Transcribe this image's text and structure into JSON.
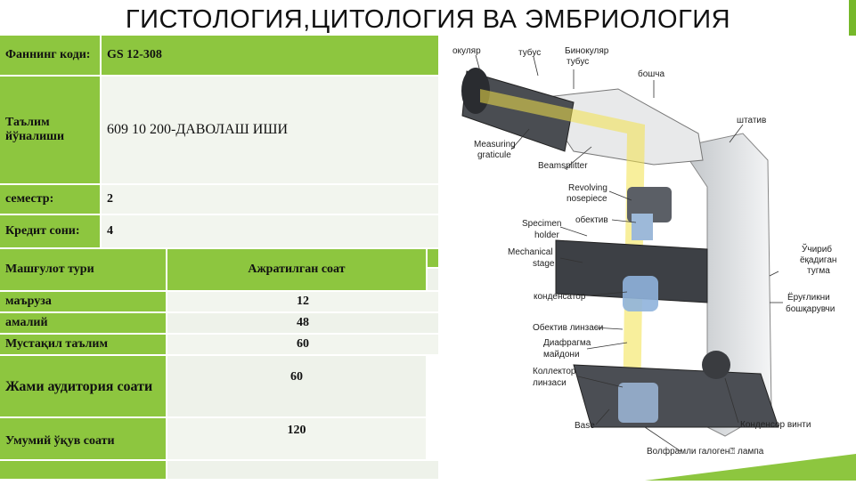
{
  "title": "ГИСТОЛОГИЯ,ЦИТОЛОГИЯ ВА ЭМБРИОЛОГИЯ",
  "accent": "#8dc63f",
  "table": {
    "code_label": "Фаннинг коди:",
    "code_value": "GS 12-308",
    "direction_label": "Таълим йўналиши",
    "direction_value": "609 10 200-ДАВОЛАШ ИШИ",
    "semester_label": "семестр:",
    "semester_value": "2",
    "credit_label": "Кредит сони:",
    "credit_value": "4",
    "col_type": "Машғулот тури",
    "col_hours": "Ажратилган соат",
    "rows": [
      {
        "label": "маъруза",
        "value": "12"
      },
      {
        "label": "амалий",
        "value": "48"
      },
      {
        "label": "Мустақил таълим",
        "value": "60"
      },
      {
        "label": "Жами аудитория соати",
        "value": "60"
      },
      {
        "label": "Умумий ўқув соати",
        "value": "120"
      }
    ]
  },
  "microscope_labels": {
    "ocular": "окуляр",
    "tube": "тубус",
    "binocular1": "Бинокуляр",
    "binocular2": "тубус",
    "head": "бошча",
    "stand": "штатив",
    "graticule1": "Measuring",
    "graticule2": "graticule",
    "beamsplitter": "Beamsplitter",
    "nosepiece1": "Revolving",
    "nosepiece2": "nosepiece",
    "objective": "обектив",
    "holder1": "Specimen",
    "holder2": "holder",
    "mstage1": "Mechanical",
    "mstage2": "stage",
    "condenser": "конденсатор",
    "switch1": "Ўчириб",
    "switch2": "ёқадиган",
    "switch3": "тугма",
    "bright1": "Ёруғликни",
    "bright2": "бошқарувчи",
    "objlens": "Обектив линзаси",
    "diaphragm1": "Диафрагма",
    "diaphragm2": "майдони",
    "collector1": "Коллектор",
    "collector2": "линзаси",
    "base": "Base",
    "condscrew": "Конденсор винти",
    "lamp": "Волфрамли галоген⍰ лампа"
  }
}
